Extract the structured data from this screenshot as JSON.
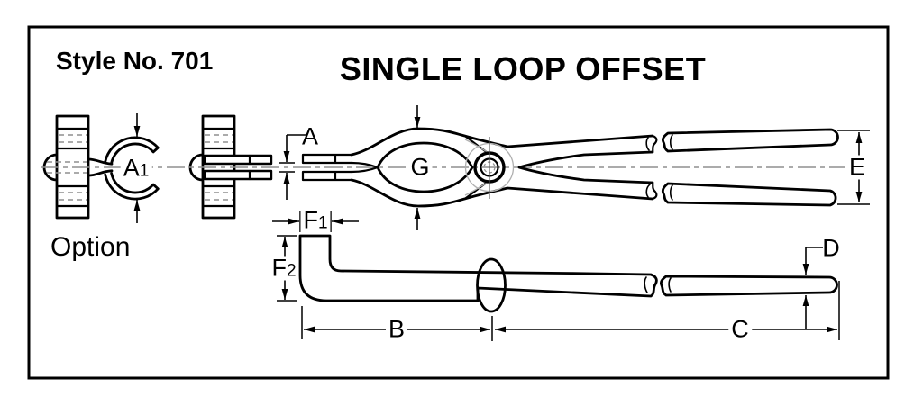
{
  "colors": {
    "ink": "#000000",
    "centerline": "#8f8f8f",
    "hidden": "#b0b0b0",
    "background": "#ffffff"
  },
  "header": {
    "style_no": "Style No. 701",
    "title": "SINGLE LOOP OFFSET"
  },
  "views": {
    "option_caption": "Option"
  },
  "dim_labels": {
    "a": {
      "main": "A",
      "sub": ""
    },
    "a1": {
      "main": "A",
      "sub": "1"
    },
    "b": {
      "main": "B",
      "sub": ""
    },
    "c": {
      "main": "C",
      "sub": ""
    },
    "d": {
      "main": "D",
      "sub": ""
    },
    "e": {
      "main": "E",
      "sub": ""
    },
    "f1": {
      "main": "F",
      "sub": "1"
    },
    "f2": {
      "main": "F",
      "sub": "2"
    },
    "g": {
      "main": "G",
      "sub": ""
    }
  }
}
